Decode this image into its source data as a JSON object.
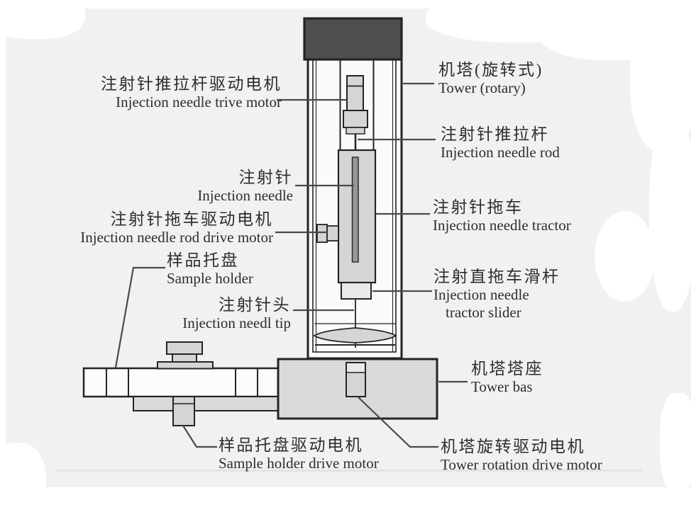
{
  "figure": {
    "labels": {
      "needle_drive_motor": {
        "zh": "注射针推拉杆驱动电机",
        "en": "Injection needle trive motor"
      },
      "tower": {
        "zh": "机塔(旋转式)",
        "en": "Tower (rotary)"
      },
      "needle_rod": {
        "zh": "注射针推拉杆",
        "en": "Injection needle rod"
      },
      "needle": {
        "zh": "注射针",
        "en": "Injection needle"
      },
      "rod_drive_motor": {
        "zh": "注射针拖车驱动电机",
        "en": "Injection needle rod drive motor"
      },
      "tractor": {
        "zh": "注射针拖车",
        "en": "Injection needle tractor"
      },
      "tractor_slider": {
        "zh": "注射直拖车滑杆",
        "en1": "Injection needle",
        "en2": "tractor slider"
      },
      "sample_holder": {
        "zh": "样品托盘",
        "en": "Sample holder"
      },
      "needle_tip": {
        "zh": "注射针头",
        "en": "Injection needl tip"
      },
      "tower_base": {
        "zh": "机塔塔座",
        "en": "Tower bas"
      },
      "sample_holder_drive_motor": {
        "zh": "样品托盘驱动电机",
        "en": "Sample holder drive motor"
      },
      "tower_rotation_drive_motor": {
        "zh": "机塔旋转驱动电机",
        "en": "Tower rotation drive motor"
      }
    },
    "colors": {
      "background": "#f1f1ef",
      "artifact": "#ffffff",
      "faint_line": "#e3e3e1",
      "text": "#2e2e2e",
      "outline": "#242424",
      "leader": "#4a4a4a",
      "tower_cap": "#4e4e4e",
      "tower_fill": "#fafaf8",
      "machine_gray": "#d5d5d5",
      "machine_light": "#e9e9e9",
      "needle_gray": "#979797",
      "base_gray": "#d9d9d9",
      "holder_white": "#fbfbfa"
    }
  }
}
